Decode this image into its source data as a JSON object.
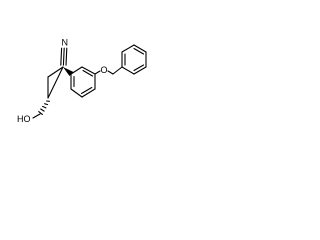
{
  "molecule": {
    "atoms": {
      "nitrogen": "N",
      "hydroxyl": "HO",
      "ether_oxygen": "O"
    }
  }
}
